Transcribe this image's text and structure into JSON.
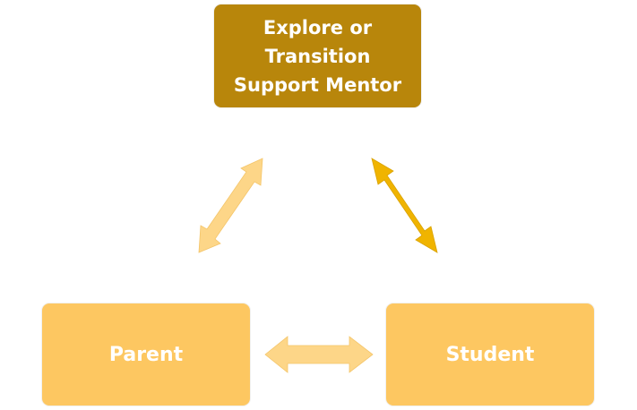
{
  "nodes": {
    "mentor": {
      "lines": [
        "Explore or",
        "Transition",
        "Support Mentor"
      ],
      "color": "#b8860b"
    },
    "parent": {
      "label": "Parent",
      "color": "#fdc761"
    },
    "student": {
      "label": "Student",
      "color": "#fdc761"
    }
  },
  "connectors": [
    {
      "from": "parent",
      "to": "mentor",
      "style": "double-arrow",
      "color": "#fdd688"
    },
    {
      "from": "student",
      "to": "mentor",
      "style": "double-arrow",
      "color": "#f0b400"
    },
    {
      "from": "parent",
      "to": "student",
      "style": "double-arrow",
      "color": "#fdd688"
    }
  ]
}
